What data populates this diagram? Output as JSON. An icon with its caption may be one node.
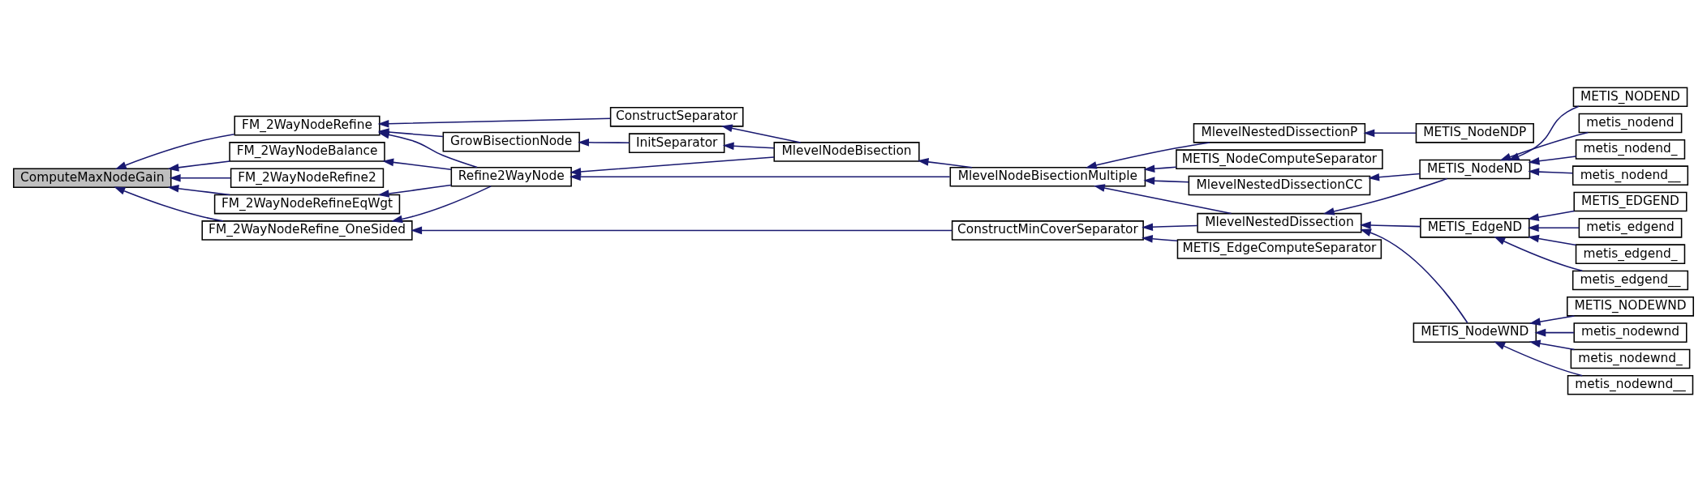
{
  "diagram": {
    "nodes": [
      {
        "text": [
          "ComputeMaxNodeGain"
        ]
      },
      {
        "text": [
          "FM_2WayNodeBalance"
        ]
      },
      {
        "text": [
          "FM_2WayNodeRefine"
        ]
      },
      {
        "text": [
          "FM_2WayNodeRefine2"
        ]
      },
      {
        "text": [
          "FM_2WayNodeRefineEqWgt"
        ]
      },
      {
        "text": [
          "FM_2WayNodeRefine_OneSided"
        ]
      },
      {
        "text": [
          "ConstructSeparator"
        ]
      },
      {
        "text": [
          "GrowBisectionNode"
        ]
      },
      {
        "text": [
          "InitSeparator"
        ]
      },
      {
        "text": [
          "MlevelNodeBisection"
        ]
      },
      {
        "text": [
          "Refine2WayNode"
        ]
      },
      {
        "text": [
          "MlevelNodeBisectionMultiple"
        ]
      },
      {
        "text": [
          "ConstructMinCoverSeparator"
        ]
      },
      {
        "text": [
          "METIS_EdgeComputeSeparator"
        ]
      },
      {
        "text": [
          "MlevelNestedDissectionP"
        ]
      },
      {
        "text": [
          "METIS_NodeComputeSeparator"
        ]
      },
      {
        "text": [
          "MlevelNestedDissectionCC"
        ]
      },
      {
        "text": [
          "MlevelNestedDissection"
        ]
      },
      {
        "text": [
          "METIS_NodeNDP"
        ]
      },
      {
        "text": [
          "METIS_NodeND"
        ]
      },
      {
        "text": [
          "METIS_EdgeND"
        ]
      },
      {
        "text": [
          "METIS_NodeWND"
        ]
      },
      {
        "text": [
          "METIS_NODEND"
        ]
      },
      {
        "text": [
          "metis_nodend"
        ]
      },
      {
        "text": [
          "metis_nodend_"
        ]
      },
      {
        "text": [
          "metis_nodend__"
        ]
      },
      {
        "text": [
          "METIS_EDGEND"
        ]
      },
      {
        "text": [
          "metis_edgend"
        ]
      },
      {
        "text": [
          "metis_edgend_"
        ]
      },
      {
        "text": [
          "metis_edgend__"
        ]
      },
      {
        "text": [
          "METIS_NODEWND"
        ]
      },
      {
        "text": [
          "metis_nodewnd"
        ]
      },
      {
        "text": [
          "metis_nodewnd_"
        ]
      },
      {
        "text": [
          "metis_nodewnd__"
        ]
      }
    ],
    "edges": [
      {
        "from": 2,
        "to": 0,
        "arrow": "to"
      },
      {
        "from": 1,
        "to": 0,
        "arrow": "to"
      },
      {
        "from": 3,
        "to": 0,
        "arrow": "to"
      },
      {
        "from": 4,
        "to": 0,
        "arrow": "to"
      },
      {
        "from": 5,
        "to": 0,
        "arrow": "to"
      },
      {
        "from": 6,
        "to": 2,
        "arrow": "to"
      },
      {
        "from": 7,
        "to": 2,
        "arrow": "to"
      },
      {
        "from": 10,
        "to": 2,
        "arrow": "to"
      },
      {
        "from": 10,
        "to": 1,
        "arrow": "to"
      },
      {
        "from": 10,
        "to": 4,
        "arrow": "to"
      },
      {
        "from": 10,
        "to": 5,
        "arrow": "to"
      },
      {
        "from": 12,
        "to": 5,
        "arrow": "to"
      },
      {
        "from": 8,
        "to": 7,
        "arrow": "to"
      },
      {
        "from": 9,
        "to": 6,
        "arrow": "to"
      },
      {
        "from": 9,
        "to": 8,
        "arrow": "to"
      },
      {
        "from": 9,
        "to": 10,
        "arrow": "to"
      },
      {
        "from": 11,
        "to": 9,
        "arrow": "to"
      },
      {
        "from": 11,
        "to": 10,
        "arrow": "to"
      },
      {
        "from": 17,
        "to": 12,
        "arrow": "to"
      },
      {
        "from": 13,
        "to": 12,
        "arrow": "to"
      },
      {
        "from": 14,
        "to": 11,
        "arrow": "to"
      },
      {
        "from": 15,
        "to": 11,
        "arrow": "to"
      },
      {
        "from": 16,
        "to": 11,
        "arrow": "to"
      },
      {
        "from": 17,
        "to": 11,
        "arrow": "to"
      },
      {
        "from": 18,
        "to": 14,
        "arrow": "to"
      },
      {
        "from": 19,
        "to": 16,
        "arrow": "to"
      },
      {
        "from": 19,
        "to": 17,
        "arrow": "to"
      },
      {
        "from": 20,
        "to": 17,
        "arrow": "to"
      },
      {
        "from": 21,
        "to": 17,
        "arrow": "to"
      },
      {
        "from": 22,
        "to": 19,
        "arrow": "to"
      },
      {
        "from": 23,
        "to": 19,
        "arrow": "to"
      },
      {
        "from": 24,
        "to": 19,
        "arrow": "to"
      },
      {
        "from": 25,
        "to": 19,
        "arrow": "to"
      },
      {
        "from": 26,
        "to": 20,
        "arrow": "to"
      },
      {
        "from": 27,
        "to": 20,
        "arrow": "to"
      },
      {
        "from": 28,
        "to": 20,
        "arrow": "to"
      },
      {
        "from": 29,
        "to": 20,
        "arrow": "to"
      },
      {
        "from": 30,
        "to": 21,
        "arrow": "to"
      },
      {
        "from": 31,
        "to": 21,
        "arrow": "to"
      },
      {
        "from": 32,
        "to": 21,
        "arrow": "to"
      },
      {
        "from": 33,
        "to": 21,
        "arrow": "to"
      }
    ]
  }
}
